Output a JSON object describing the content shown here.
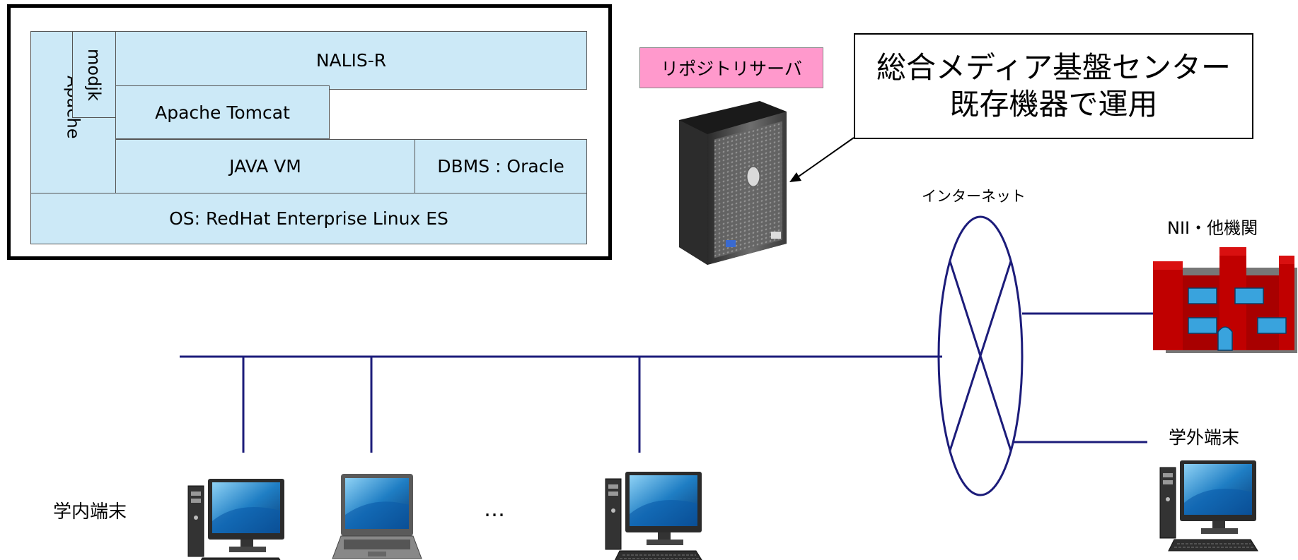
{
  "stack": {
    "apache": "Apache",
    "modjk": "modjk",
    "nalis": "NALIS-R",
    "tomcat": "Apache Tomcat",
    "javavm": "JAVA VM",
    "dbms": "DBMS : Oracle",
    "os": "OS: RedHat Enterprise Linux ES"
  },
  "repo_label": "リポジトリサーバ",
  "callout": {
    "line1": "総合メディア基盤センター",
    "line2": "既存機器で運用"
  },
  "internet_label": "インターネット",
  "nii_label": "NII・他機関",
  "external_label": "学外端末",
  "campus_label": "学内端末",
  "ellipsis": "…",
  "colors": {
    "network_line": "#1c1c7a",
    "stack_fill": "#cce9f7",
    "repo_fill": "#ff99cc",
    "building_red": "#cc0000"
  }
}
